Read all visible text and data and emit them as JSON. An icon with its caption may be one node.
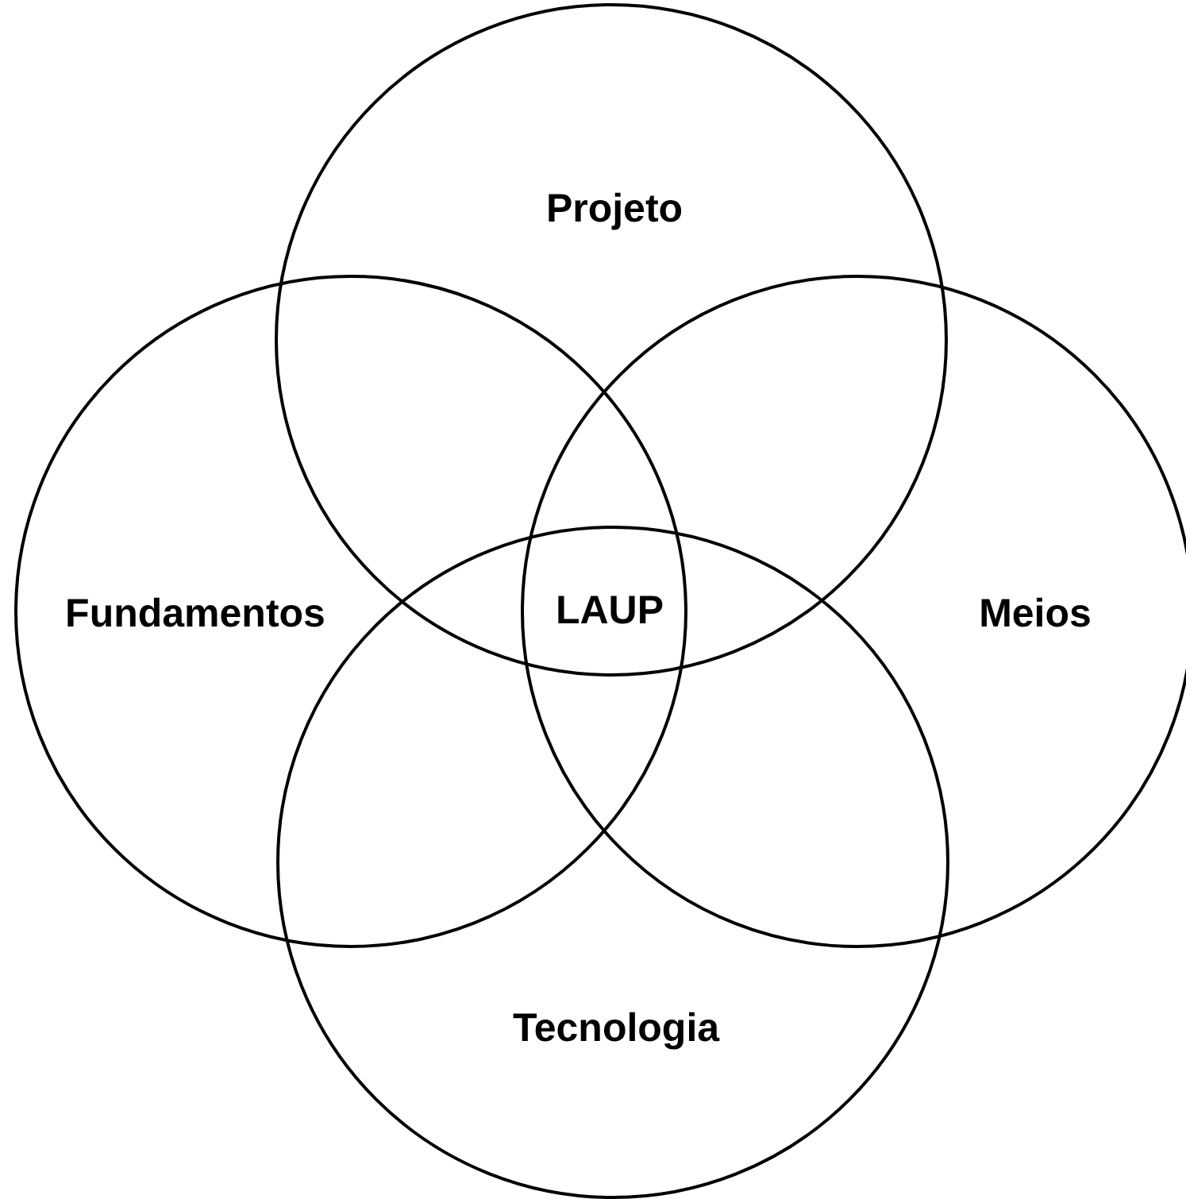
{
  "diagram": {
    "nodes": [
      {
        "text": [
          "Projeto"
        ]
      },
      {
        "text": [
          "Fundamentos"
        ]
      },
      {
        "text": [
          "Meios"
        ]
      },
      {
        "text": [
          "Tecnologia"
        ]
      }
    ],
    "labels": [
      "LAUP"
    ]
  }
}
